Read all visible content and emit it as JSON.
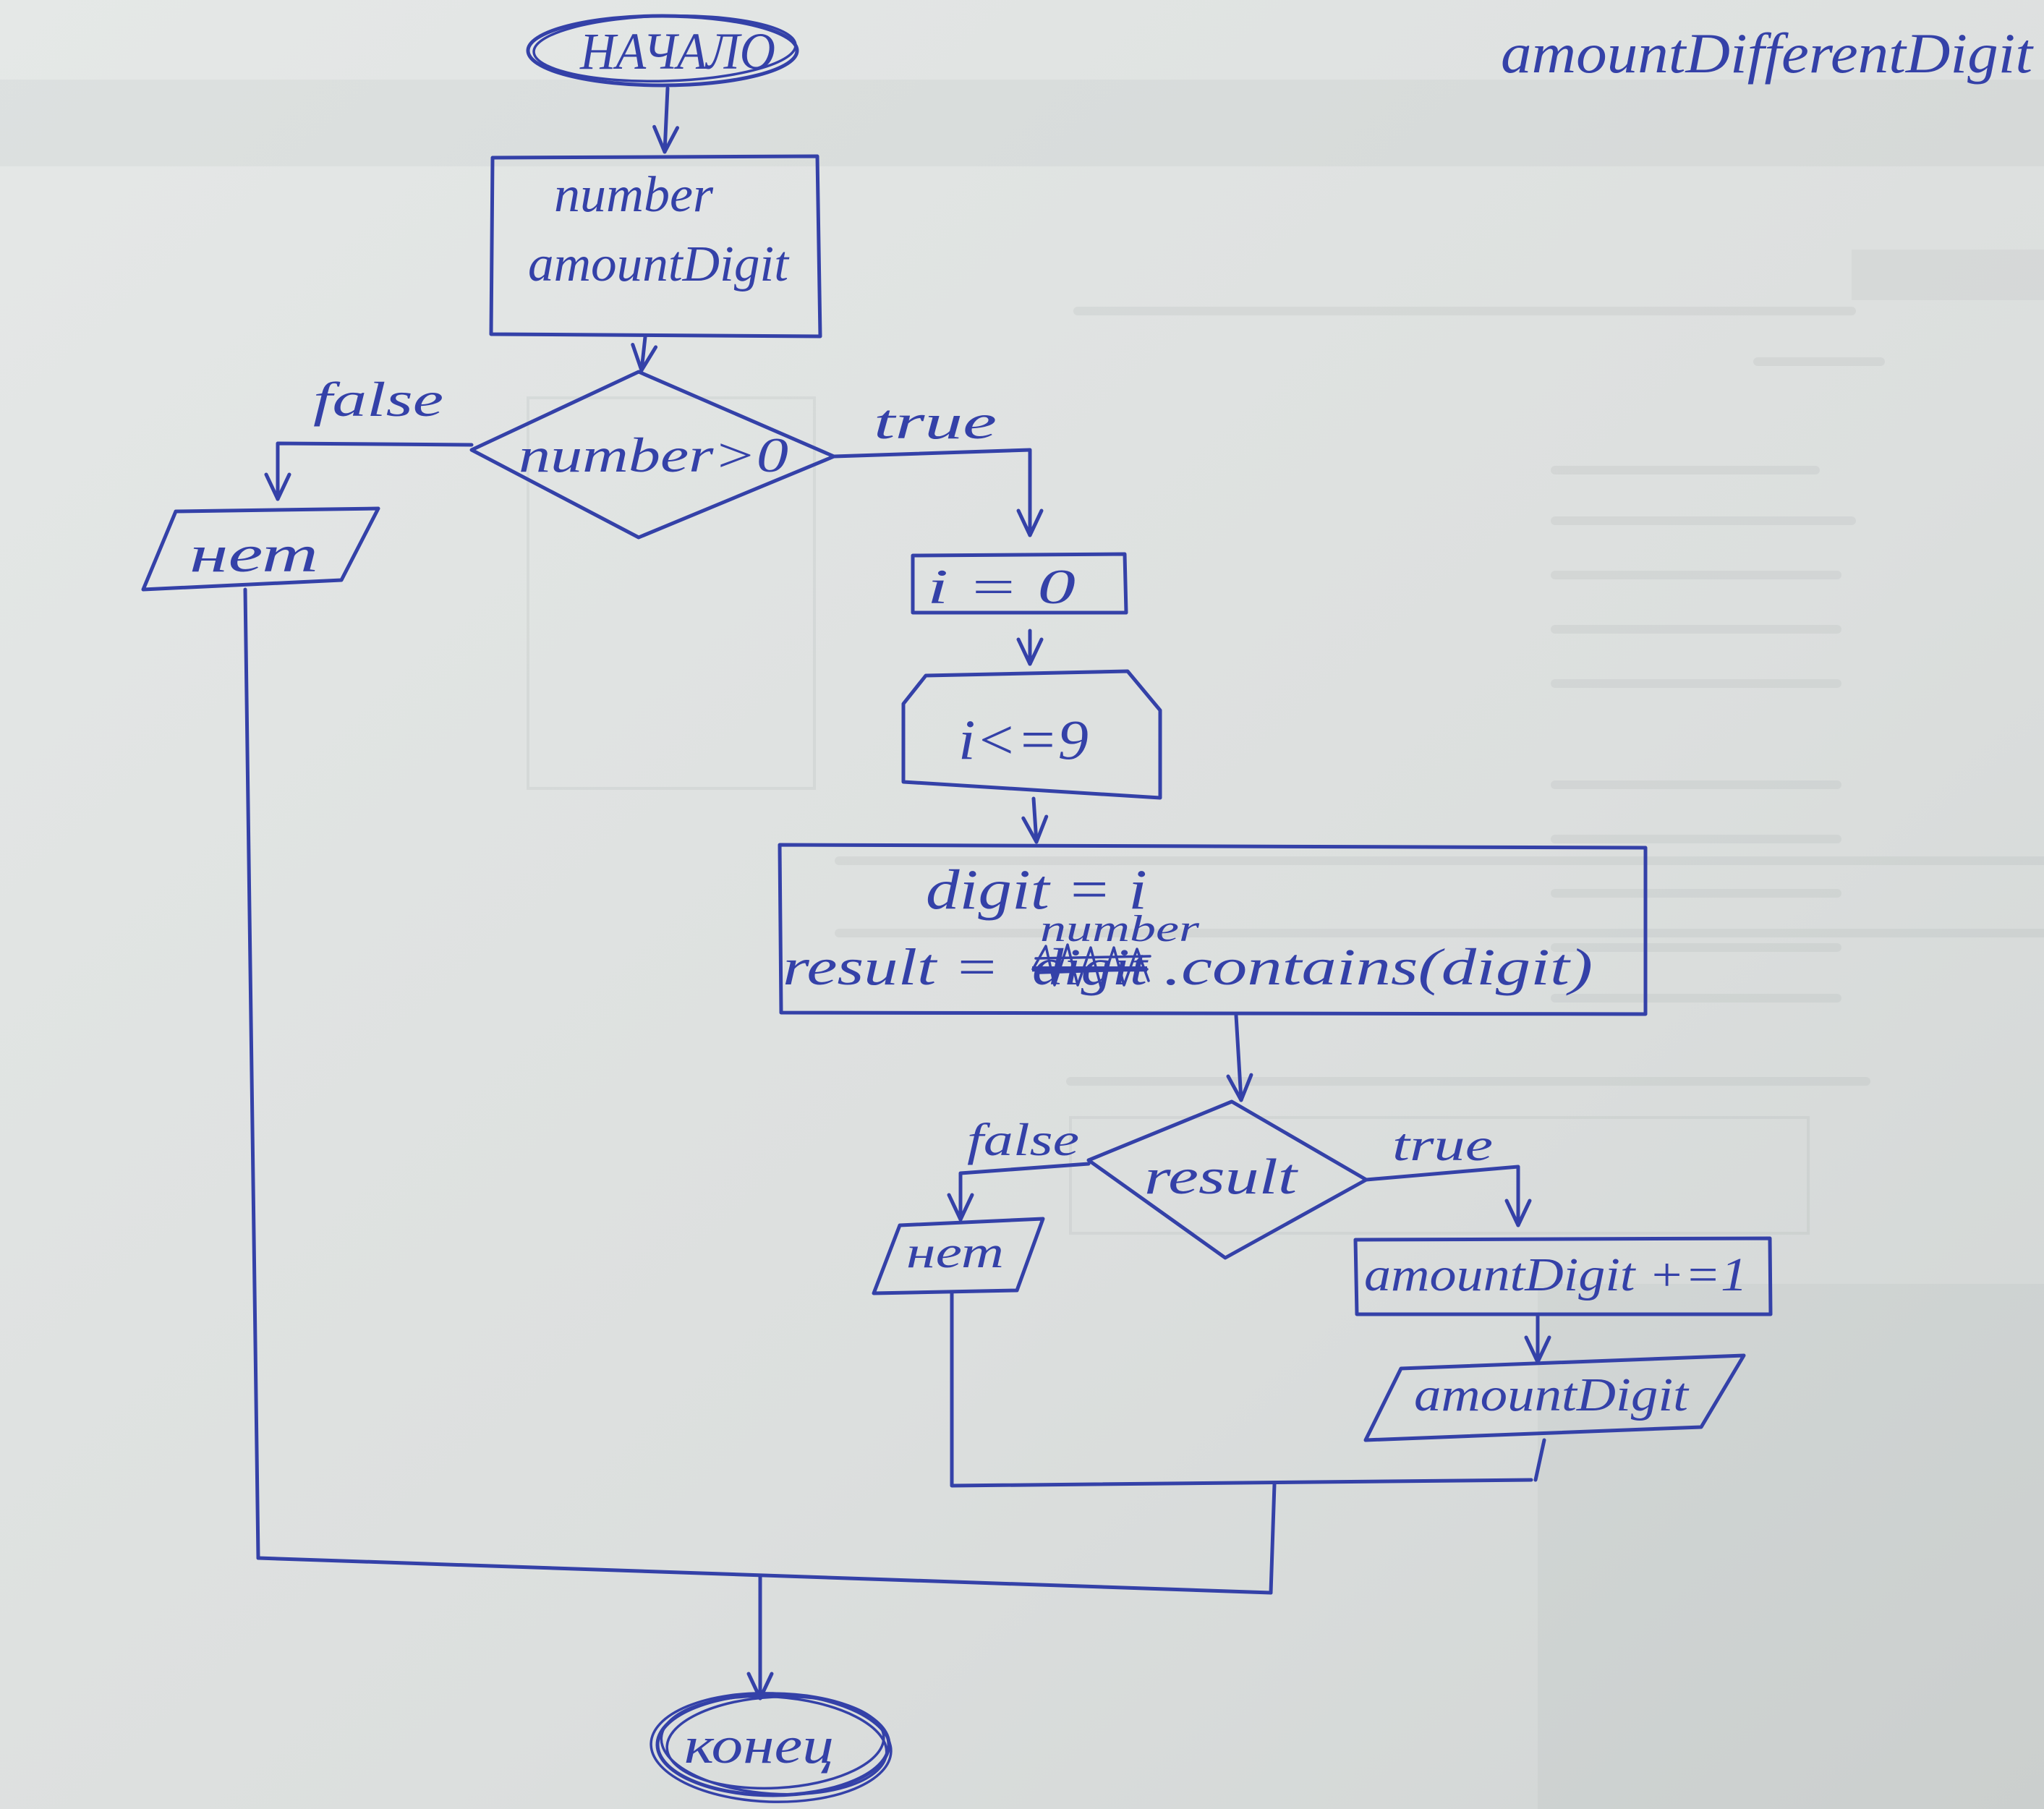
{
  "title": "amountDifferentDigit",
  "colors": {
    "ink": "#3441a8",
    "paper": "#dde1e0"
  },
  "start": {
    "label": "НАЧАЛО"
  },
  "input": {
    "line1": "number",
    "line2": "amountDigit"
  },
  "check_positive": {
    "label": "number>0",
    "false_label": "false",
    "true_label": "true"
  },
  "output_no_1": {
    "label": "нет"
  },
  "init": {
    "label": "i = 0"
  },
  "loop": {
    "label": "i<=9"
  },
  "body": {
    "line1": "digit = i",
    "line2_start": "result =",
    "struck_word": "digit",
    "inserted_word": "number",
    "line2_end": ".contains(digit)"
  },
  "check_result": {
    "label": "result",
    "false_label": "false",
    "true_label": "true"
  },
  "output_no_2": {
    "label": "нет"
  },
  "increment": {
    "label": "amountDigit +=1"
  },
  "output_count": {
    "label": "amountDigit"
  },
  "end": {
    "label": "конец"
  }
}
